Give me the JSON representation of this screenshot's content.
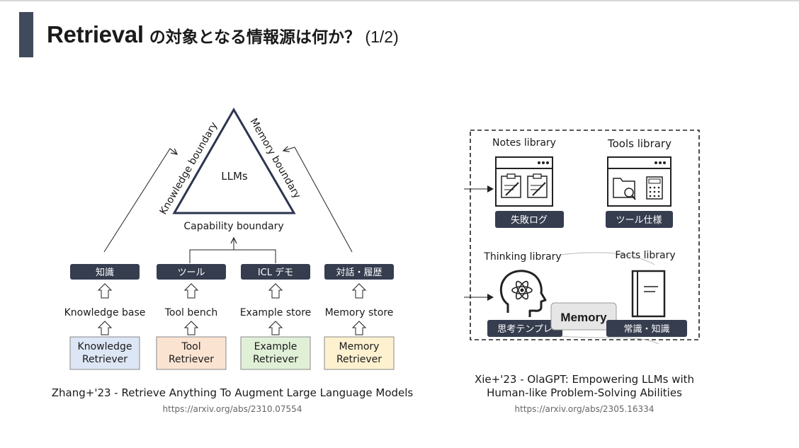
{
  "slide": {
    "title_main": "Retrieval",
    "title_jp": " の対象となる情報源は何か？",
    "title_page": " (1/2)"
  },
  "left_diagram": {
    "center": "LLMs",
    "left_edge": "Knowledge boundary",
    "right_edge": "Memory boundary",
    "bottom_edge": "Capability boundary",
    "columns": [
      {
        "tag": "知識",
        "store": "Knowledge base",
        "retriever_line1": "Knowledge",
        "retriever_line2": "Retriever",
        "color": "#dde6f5"
      },
      {
        "tag": "ツール",
        "store": "Tool bench",
        "retriever_line1": "Tool",
        "retriever_line2": "Retriever",
        "color": "#fbe3d2"
      },
      {
        "tag": "ICL デモ",
        "store": "Example store",
        "retriever_line1": "Example",
        "retriever_line2": "Retriever",
        "color": "#e0f0d7"
      },
      {
        "tag": "対話・履歴",
        "store": "Memory store",
        "retriever_line1": "Memory",
        "retriever_line2": "Retriever",
        "color": "#fdf1cf"
      }
    ],
    "caption": "Zhang+'23 - Retrieve Anything To Augment Large Language Models",
    "url": "https://arxiv.org/abs/2310.07554"
  },
  "right_diagram": {
    "notes_title": "Notes library",
    "notes_tag": "失敗ログ",
    "tools_title": "Tools library",
    "tools_tag": "ツール仕様",
    "thinking_title": "Thinking library",
    "thinking_tag": "思考テンプレ",
    "facts_title": "Facts library",
    "facts_tag": "常識・知識",
    "memory_label": "Memory",
    "caption_line1": "Xie+'23 - OlaGPT: Empowering LLMs with",
    "caption_line2": "Human-like Problem-Solving Abilities",
    "url": "https://arxiv.org/abs/2305.16334"
  },
  "colors": {
    "accent": "#414a5c",
    "tag_bg": "#363d4f",
    "memory_bg": "#e6e6e6"
  }
}
